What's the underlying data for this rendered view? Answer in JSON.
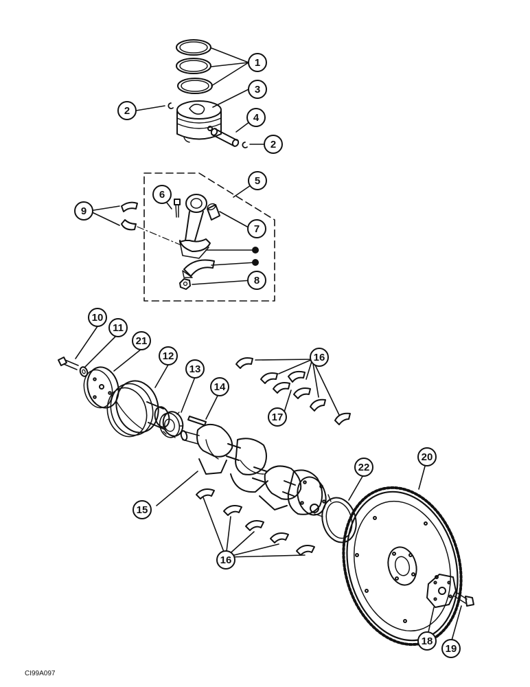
{
  "diagram": {
    "figure_code": "CI99A097",
    "callouts": [
      "1",
      "2",
      "3",
      "4",
      "2",
      "5",
      "6",
      "9",
      "7",
      "8",
      "10",
      "11",
      "21",
      "12",
      "13",
      "14",
      "16",
      "17",
      "20",
      "22",
      "15",
      "16",
      "18",
      "19"
    ]
  },
  "colors": {
    "line": "#111111",
    "background": "#ffffff"
  }
}
